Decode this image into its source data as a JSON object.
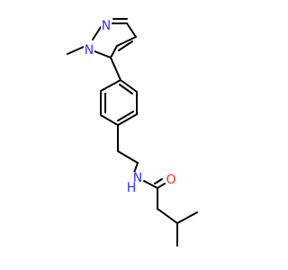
{
  "molecule": {
    "colors": {
      "bond": "#000000",
      "nitrogen": "#3333ff",
      "oxygen": "#ff2a2a",
      "background": "#ffffff"
    },
    "atoms": [
      {
        "id": "n_methyl",
        "label": "N",
        "element": "N"
      },
      {
        "id": "n_ring",
        "label": "N",
        "element": "N"
      },
      {
        "id": "nh",
        "label": "N",
        "element": "N"
      },
      {
        "id": "h_on_n",
        "label": "H",
        "element": "N"
      },
      {
        "id": "o",
        "label": "O",
        "element": "O"
      }
    ]
  }
}
